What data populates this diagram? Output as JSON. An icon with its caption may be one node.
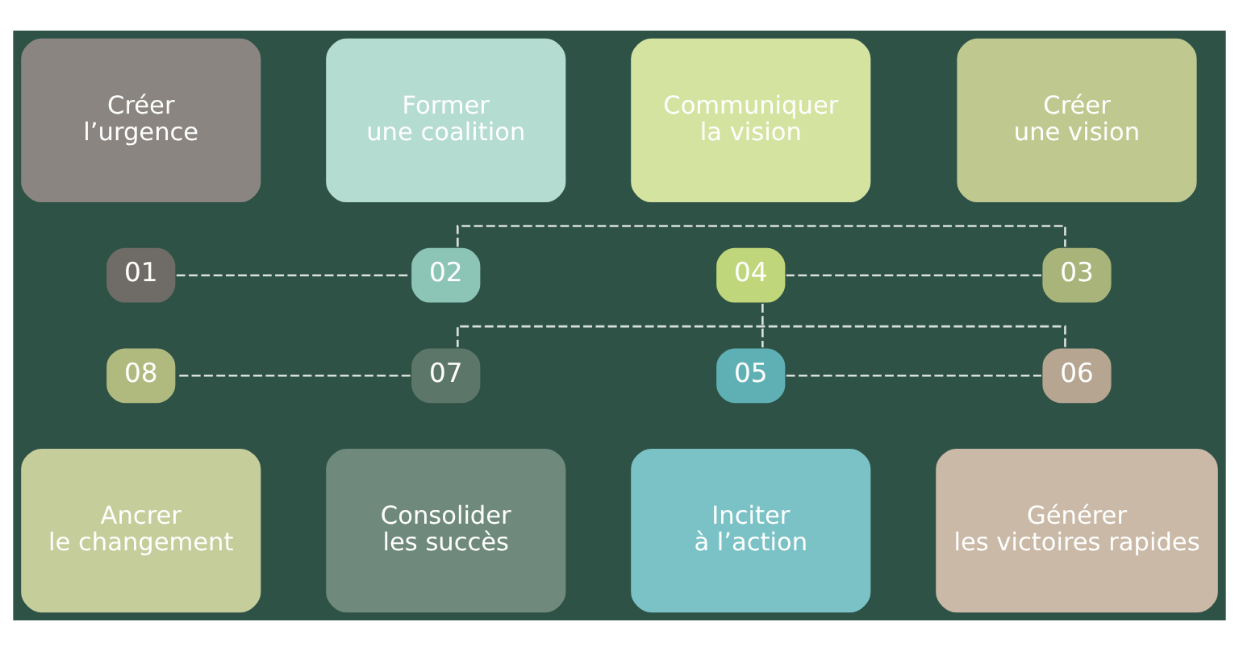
{
  "diagram": {
    "nodes": [
      {
        "text": [
          "Créer l’urgence"
        ]
      },
      {
        "text": [
          "01"
        ]
      },
      {
        "text": [
          "Former une coalition"
        ]
      },
      {
        "text": [
          "02"
        ]
      },
      {
        "text": [
          "Créer une vision"
        ]
      },
      {
        "text": [
          "03"
        ]
      },
      {
        "text": [
          "Communiquer la vision"
        ]
      },
      {
        "text": [
          "04"
        ]
      },
      {
        "text": [
          "Inciter à l’action"
        ]
      },
      {
        "text": [
          "05"
        ]
      },
      {
        "text": [
          "Générer les victoires rapides"
        ]
      },
      {
        "text": [
          "06"
        ]
      },
      {
        "text": [
          "Consolider les succès"
        ]
      },
      {
        "text": [
          "07"
        ]
      },
      {
        "text": [
          "Ancrer le changement"
        ]
      },
      {
        "text": [
          "08"
        ]
      }
    ],
    "edges": [
      {
        "from": 1,
        "to": 3,
        "arrow": "none",
        "style": "dashed"
      },
      {
        "from": 3,
        "to": 5,
        "arrow": "none",
        "style": "dashed"
      },
      {
        "from": 5,
        "to": 7,
        "arrow": "none",
        "style": "dashed"
      },
      {
        "from": 7,
        "to": 9,
        "arrow": "none",
        "style": "dashed"
      },
      {
        "from": 9,
        "to": 11,
        "arrow": "none",
        "style": "dashed"
      },
      {
        "from": 11,
        "to": 13,
        "arrow": "none",
        "style": "dashed"
      },
      {
        "from": 13,
        "to": 15,
        "arrow": "none",
        "style": "dashed"
      }
    ]
  }
}
